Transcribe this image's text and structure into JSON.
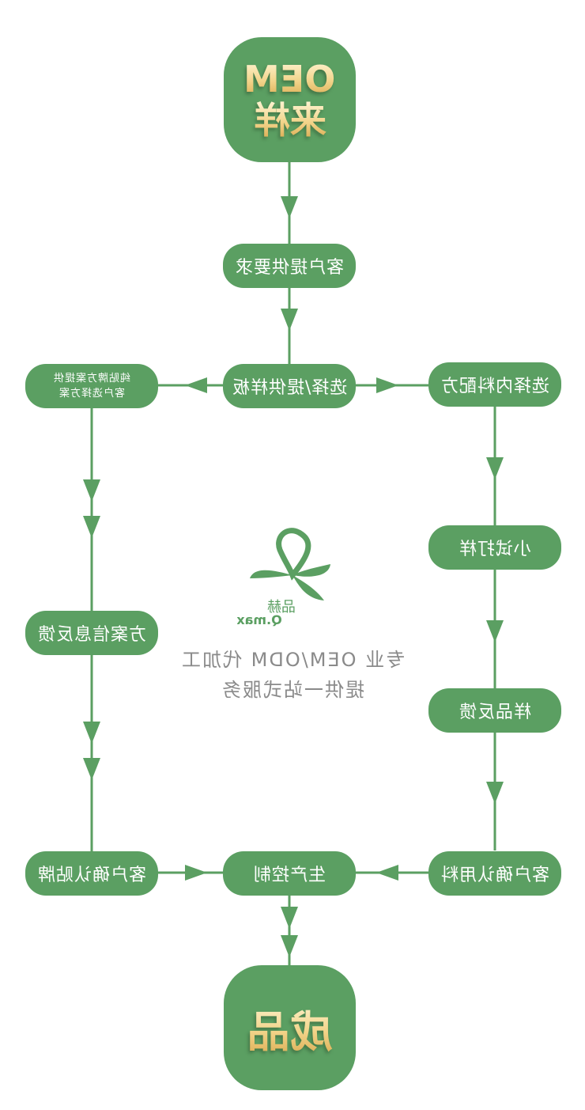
{
  "colors": {
    "green": "#5b9f62",
    "gold": "#e9c074",
    "text_gray": "#8a8a8a"
  },
  "start": {
    "line1": "OEM",
    "line2": "来样"
  },
  "end": {
    "label": "成品"
  },
  "center": {
    "steps": [
      {
        "label": "客户提供要求"
      },
      {
        "label": "选择/提供样板"
      },
      {
        "label": "生产控制"
      }
    ]
  },
  "left": {
    "steps": [
      {
        "line1": "纯贴牌方案提供",
        "line2": "客户选择方案"
      },
      {
        "label": "方案信息反馈"
      },
      {
        "label": "客户确认贴牌"
      }
    ]
  },
  "right": {
    "steps": [
      {
        "label": "选择内料配方"
      },
      {
        "label": "小试打样"
      },
      {
        "label": "样品反馈"
      },
      {
        "label": "客户确认用料"
      }
    ]
  },
  "brand": {
    "name": "品赫",
    "latin": "Q.max",
    "icon": "clover-leaf-logo-icon"
  },
  "slogan": {
    "line1": "专业 OEM/ODM 代加工",
    "line2": "提供一站式服务"
  }
}
